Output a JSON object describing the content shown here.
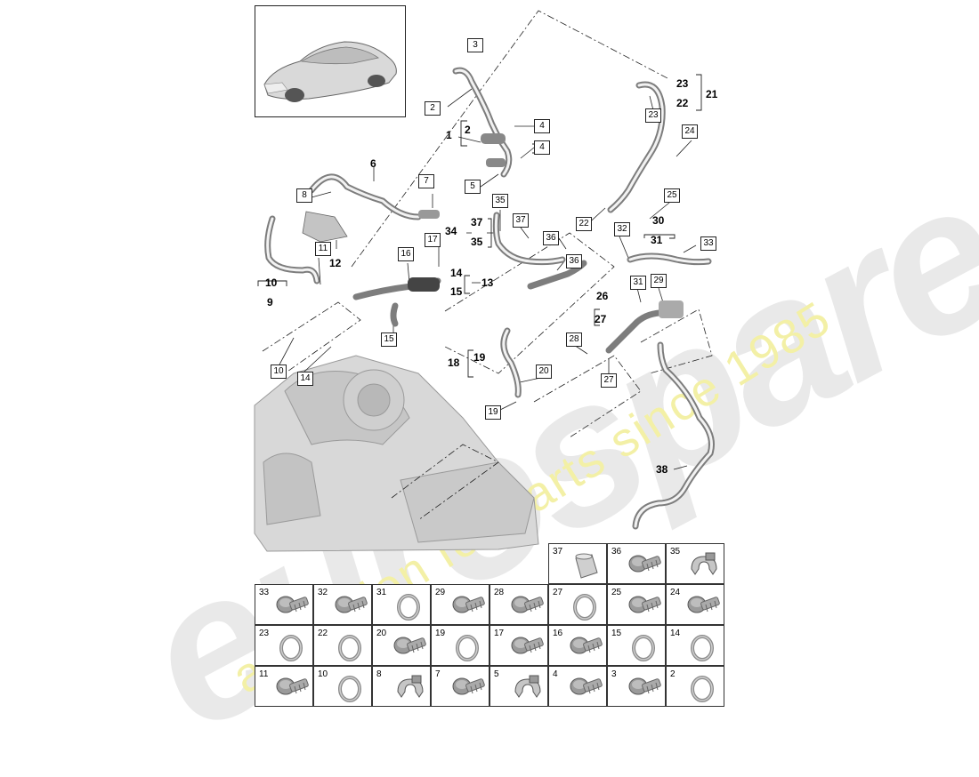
{
  "watermark": {
    "logo_text": "eurospares",
    "tagline": "a passion for parts since 1985",
    "logo_color": "#e9e9e9",
    "tagline_color": "#f3f0a6"
  },
  "callouts": {
    "l1": "1",
    "l2": "2",
    "l3": "3",
    "l4a": "4",
    "l4b": "4",
    "l5": "5",
    "l6": "6",
    "l7": "7",
    "l8": "8",
    "l9": "9",
    "l10a": "10",
    "l10b": "10",
    "l11": "11",
    "l12": "12",
    "l13": "13",
    "l14a": "14",
    "l14b": "14",
    "l15a": "15",
    "l15b": "15",
    "l16": "16",
    "l17": "17",
    "l18": "18",
    "l19a": "19",
    "l19b": "19",
    "l20": "20",
    "l21": "21",
    "l22a": "22",
    "l22b": "22",
    "l23a": "23",
    "l23b": "23",
    "l24": "24",
    "l25": "25",
    "l26": "26",
    "l27a": "27",
    "l27b": "27",
    "l28": "28",
    "l29": "29",
    "l30": "30",
    "l31a": "31",
    "l31b": "31",
    "l32": "32",
    "l33": "33",
    "l34": "34",
    "l35a": "35",
    "l35b": "35",
    "l36a": "36",
    "l36b": "36",
    "l37a": "37",
    "l37b": "37",
    "l38": "38",
    "l2b": "2"
  },
  "parts_grid": {
    "row1": [
      {
        "num": "37",
        "kind": "sleeve"
      },
      {
        "num": "36",
        "kind": "bolt"
      },
      {
        "num": "35",
        "kind": "clip"
      }
    ],
    "row2": [
      {
        "num": "33",
        "kind": "bolt"
      },
      {
        "num": "32",
        "kind": "bolt"
      },
      {
        "num": "31",
        "kind": "ring"
      },
      {
        "num": "29",
        "kind": "bolt"
      },
      {
        "num": "28",
        "kind": "bolt"
      },
      {
        "num": "27",
        "kind": "ring"
      },
      {
        "num": "25",
        "kind": "bolt"
      },
      {
        "num": "24",
        "kind": "bolt"
      }
    ],
    "row3": [
      {
        "num": "23",
        "kind": "ring"
      },
      {
        "num": "22",
        "kind": "ring"
      },
      {
        "num": "20",
        "kind": "bolt"
      },
      {
        "num": "19",
        "kind": "ring"
      },
      {
        "num": "17",
        "kind": "bolt"
      },
      {
        "num": "16",
        "kind": "bolt"
      },
      {
        "num": "15",
        "kind": "ring"
      },
      {
        "num": "14",
        "kind": "ring"
      }
    ],
    "row4": [
      {
        "num": "11",
        "kind": "bolt"
      },
      {
        "num": "10",
        "kind": "ring"
      },
      {
        "num": "8",
        "kind": "clip"
      },
      {
        "num": "7",
        "kind": "bolt"
      },
      {
        "num": "5",
        "kind": "clip"
      },
      {
        "num": "4",
        "kind": "bolt"
      },
      {
        "num": "3",
        "kind": "bolt"
      },
      {
        "num": "2",
        "kind": "ring"
      }
    ]
  }
}
